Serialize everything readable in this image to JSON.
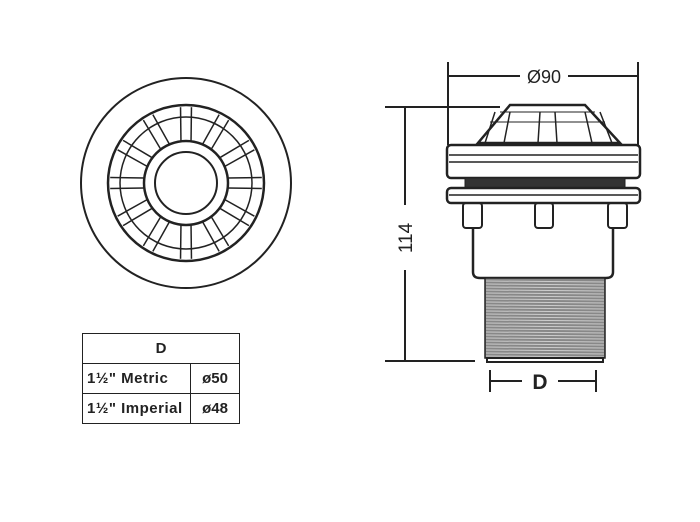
{
  "dimensions": {
    "diameter_top": "Ø90",
    "height": "114",
    "thread_diameter": "D"
  },
  "table": {
    "header": "D",
    "rows": [
      {
        "label": "1½\" Metric",
        "value": "ø50"
      },
      {
        "label": "1½\" Imperial",
        "value": "ø48"
      }
    ]
  }
}
